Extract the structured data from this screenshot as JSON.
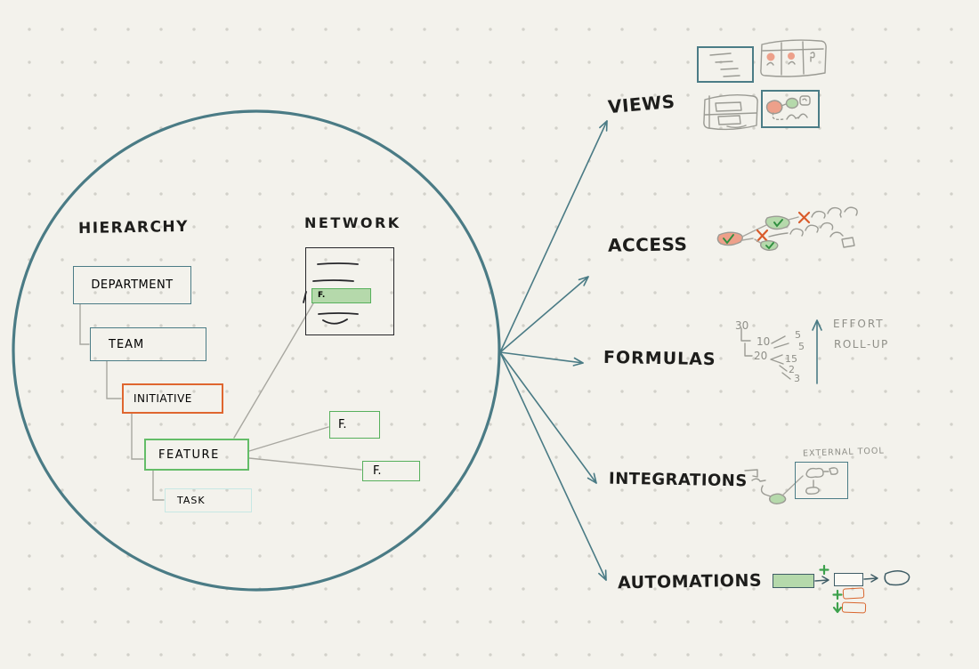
{
  "colors": {
    "background": "#f3f2ec",
    "dot_grid": "#d2d1ca",
    "teal_accent": "#4a7b85",
    "orange_accent": "#df662f",
    "green_accent": "#5cb363",
    "green_fill": "#b5d9ab",
    "salmon_fill": "#eda08a",
    "light_cyan": "#c7e8e4",
    "sketch_gray": "#9b9b94",
    "ink": "#1d1d1b"
  },
  "hub": {
    "hierarchy_title": "HIERARCHY",
    "network_title": "NETWORK",
    "nodes": {
      "department": "DEPARTMENT",
      "team": "TEAM",
      "initiative": "INITIATIVE",
      "feature": "FEATURE",
      "task": "TASK"
    },
    "doc_feature": "F.",
    "feature_card_1": "F.",
    "feature_card_2": "F."
  },
  "spokes": {
    "views": "VIEWS",
    "access": "ACCESS",
    "formulas": "FORMULAS",
    "integrations": "INTEGRATIONS",
    "automations": "AUTOMATIONS"
  },
  "formulas_sketch": {
    "total": "30",
    "child_1": "10",
    "child_2": "20",
    "leaf_1_1": "5",
    "leaf_1_2": "5",
    "leaf_2_1": "15",
    "leaf_2_2": "2",
    "leaf_2_3": "3",
    "annotation_1": "EFFORT",
    "annotation_2": "ROLL-UP"
  },
  "integrations_sketch": {
    "external_tool": "EXTERNAL TOOL"
  }
}
